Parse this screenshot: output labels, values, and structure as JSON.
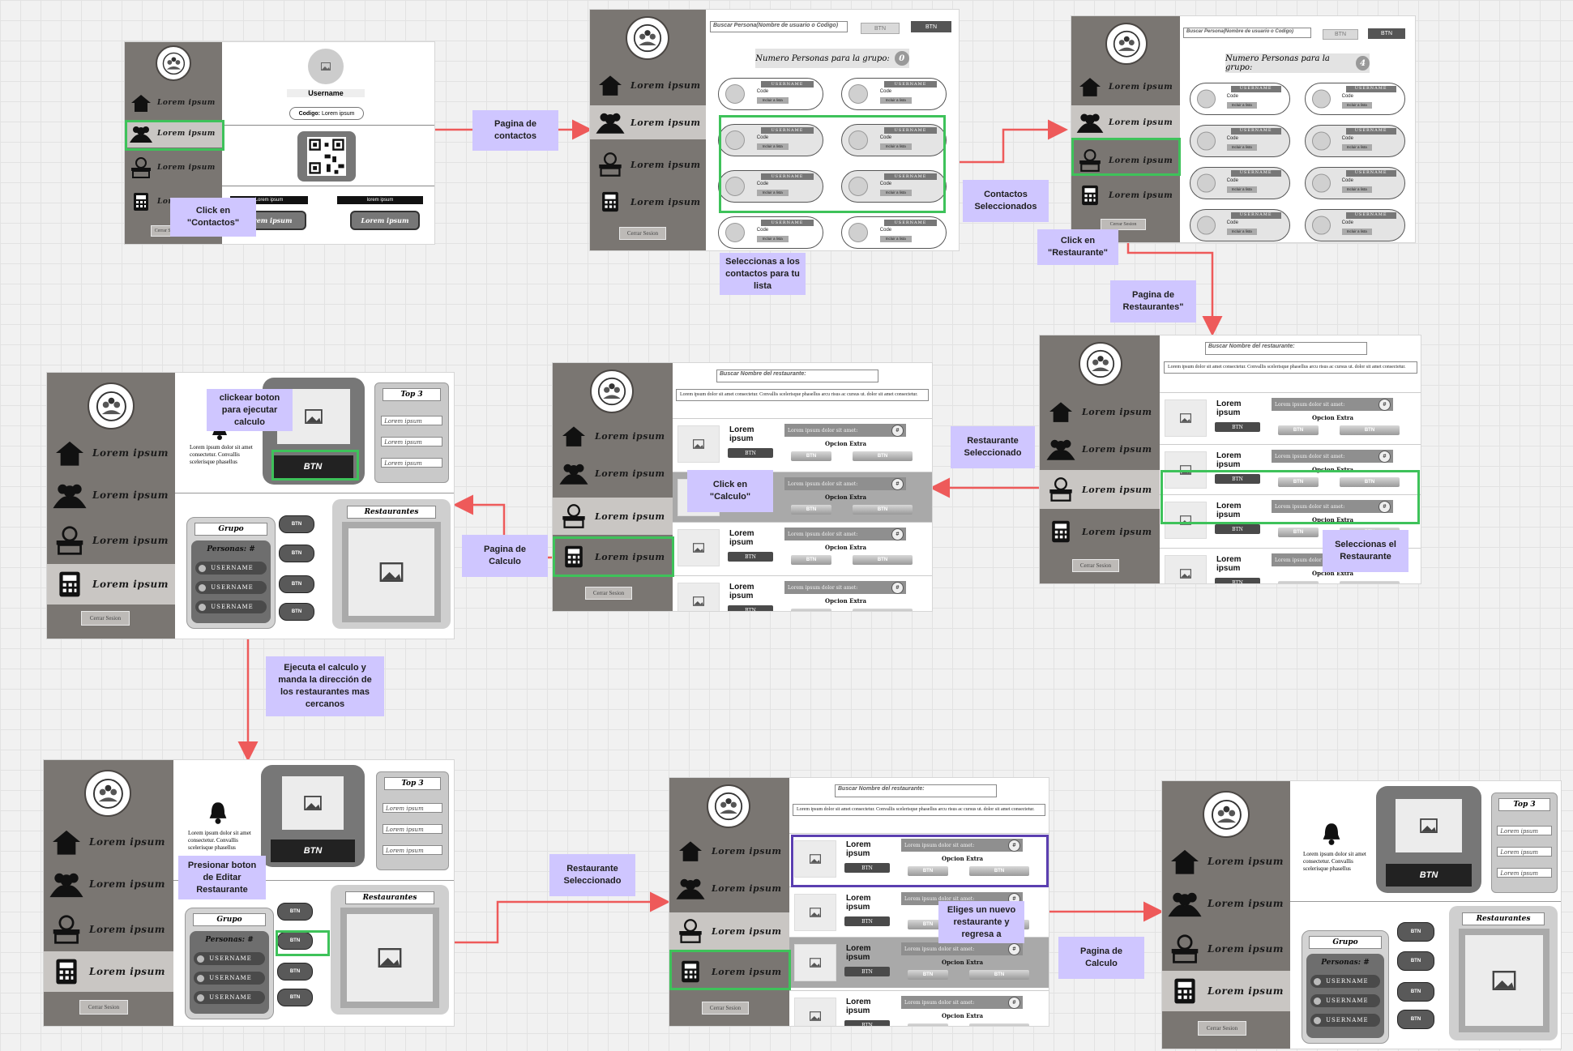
{
  "colors": {
    "arrow": "#ee5a5a",
    "highlight": "#3ec25a",
    "highlight_selected": "#5b3fb0",
    "note_bg": "#cfc6ff",
    "sidebar": "#7a7672"
  },
  "nav": {
    "home": "Lorem ipsum",
    "contacts": "Lorem ipsum",
    "restaurants": "Lorem ipsum",
    "calculator": "Lorem ipsum",
    "logout": "Cerrar Sesion",
    "icons": [
      "home-icon",
      "people-icon",
      "restaurant-icon",
      "calculator-icon"
    ]
  },
  "profile": {
    "username": "Username",
    "code_label": "Codigo:",
    "code_value": "Lorem ipsum",
    "black_label_1": "Lorem ipsum",
    "black_label_2": "lorem ipsum",
    "btn_1": "Lorem ipsum",
    "btn_2": "Lorem ipsum"
  },
  "contacts": {
    "search_placeholder": "Buscar Persona(Nombre de usuario o Codigo)",
    "btn_1": "BTN",
    "btn_2": "BTN",
    "group_count_label": "Numero Personas para la grupo:",
    "group_count_0": "0",
    "group_count_4": "4",
    "card_username": "USERNAME",
    "card_code": "Code",
    "card_action": "Incluir a lista"
  },
  "restaurants": {
    "search_placeholder": "Buscar Nombre del restaurante:",
    "description": "Lorem ipsum dolor sit amet consectetur. Convallis scelerisque phasellus arcu risus ac cursus ut. dolor sit amet consectetur.",
    "title": "Lorem ipsum",
    "subtitle": "Lorem ipsum dolor sit amet:",
    "hash": "#",
    "extra": "Opcion Extra",
    "btn": "BTN"
  },
  "calculo": {
    "notification_text": "Lorem ipsum dolor sit amet consectetur. Convallis scelerisque phasellus",
    "btn": "BTN",
    "top_title": "Top 3",
    "top_items": [
      "Lorem ipsum",
      "Lorem ipsum",
      "Lorem ipsum"
    ],
    "group_title": "Grupo",
    "people_label": "Personas: #",
    "member": "USERNAME",
    "pill_btn": "BTN",
    "restaurants_title": "Restaurantes"
  },
  "notes": {
    "n1": "Click en \"Contactos\"",
    "n2": "Pagina de contactos",
    "n3": "Seleccionas a los contactos para tu lista",
    "n4": "Contactos Seleccionados",
    "n5": "Click en \"Restaurante\"",
    "n6": "Pagina de Restaurantes\"",
    "n7": "Restaurante Seleccionado",
    "n8": "Seleccionas el Restaurante",
    "n9": "Click en \"Calculo\"",
    "n10": "Pagina de Calculo",
    "n11": "clickear boton para ejecutar calculo",
    "n12": "Ejecuta el calculo y manda la dirección de los restaurantes mas cercanos",
    "n13": "Presionar boton de Editar Restaurante",
    "n14": "Restaurante Seleccionado",
    "n15": "Eliges un nuevo restaurante y regresa a",
    "n16": "Pagina de Calculo"
  }
}
